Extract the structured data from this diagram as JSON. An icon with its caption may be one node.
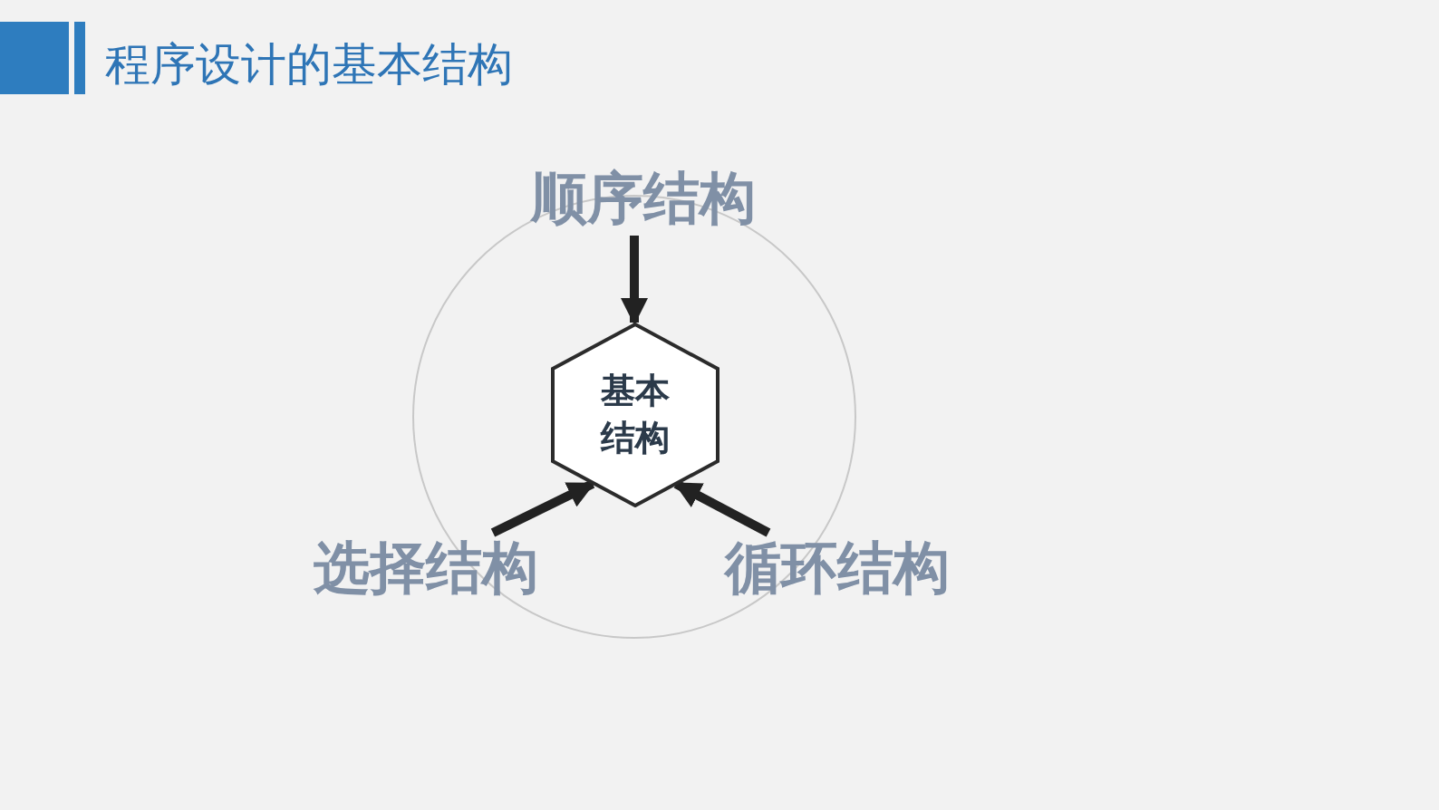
{
  "diagram": {
    "title": "程序设计的基本结构",
    "nodes": [
      {
        "text": [
          "基本结构"
        ]
      },
      {
        "text": [
          "顺序结构"
        ]
      },
      {
        "text": [
          "选择结构"
        ]
      },
      {
        "text": [
          "循环结构"
        ]
      }
    ],
    "edges": [
      {
        "from": 1,
        "to": 0,
        "arrow": "to"
      },
      {
        "from": 2,
        "to": 0,
        "arrow": "to"
      },
      {
        "from": 3,
        "to": 0,
        "arrow": "to"
      }
    ]
  }
}
